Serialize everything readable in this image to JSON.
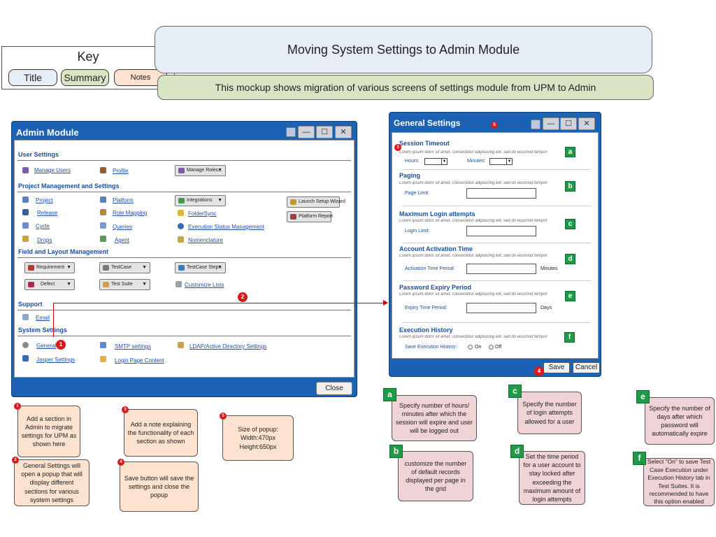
{
  "key": {
    "heading": "Key",
    "items": [
      {
        "label": "Title",
        "color": "#e7edf6"
      },
      {
        "label": "Summary",
        "color": "#d9e4c5"
      },
      {
        "label": "Notes",
        "color": "#fce2cf"
      }
    ]
  },
  "title": "Moving System Settings to Admin Module",
  "summary": "This mockup shows migration of various screens of settings module from UPM to Admin",
  "admin": {
    "title": "Admin Module",
    "sections": {
      "user": "User Settings",
      "project": "Project Management and Settings",
      "field": "Field and Layout Management",
      "support": "Support",
      "system": "System Settings"
    },
    "links": {
      "manage_users": "Manage Users",
      "profile": "Profile",
      "project": "Project",
      "platform": "Platform",
      "release": "Release",
      "role_mapping": "Role Mapping",
      "folder_sync": "FolderSync",
      "cycle": "Cycle",
      "queries": "Queries",
      "execution_status": "Execution Status Management",
      "drops": "Drops",
      "agent": "Agent",
      "nomenclature": "Nomenclature",
      "customize_lists": "Customize Lists",
      "email": "Email",
      "general": "General",
      "smtp": "SMTP settings",
      "ldap": "LDAP/Active Directory Settings",
      "jasper": "Jasper Settings",
      "login_page": "Login Page Content"
    },
    "buttons": {
      "manage_roles": "Manage Roles...",
      "integrations": "Integrations",
      "launch_wizard": "Launch Setup Wizard",
      "platform_report": "Platform Report",
      "requirement": "Requirement",
      "testcase": "TestCase",
      "testcase_step": "TestCase Step...",
      "defect": "Defect",
      "test_suite": "Test Suite",
      "close": "Close"
    }
  },
  "general_settings": {
    "title": "General Settings",
    "lorem": "Lorem ipsum dolor sit amet, consectetur adipisicing elit, sed do eiusmod tempor",
    "session": {
      "heading": "Session Timeout",
      "hours": "Hours:",
      "minutes": "Minutes:"
    },
    "paging": {
      "heading": "Paging",
      "label": "Page Limit:"
    },
    "login": {
      "heading": "Maximum Login attempts",
      "label": "Login Limit:"
    },
    "activation": {
      "heading": "Account Activation Time",
      "label": "Activation Time Period:",
      "unit": "Minutes"
    },
    "expiry": {
      "heading": "Password Expiry Period",
      "label": "Expiry Time Period:",
      "unit": "Days"
    },
    "history": {
      "heading": "Execution History",
      "label": "Save Execution History:",
      "on": "On",
      "off": "Off"
    },
    "save": "Save",
    "cancel": "Cancel"
  },
  "markers": {
    "m1": "1",
    "m2": "2",
    "m3": "3",
    "m4": "4",
    "m5": "5",
    "a": "a",
    "b": "b",
    "c": "c",
    "d": "d",
    "e": "e",
    "f": "f"
  },
  "notes": {
    "n1": "Add a section in Admin to migrate settings for UPM as shown here",
    "n2": "General Settings will open a popup that will display different sections for various system settings",
    "n3": "Add a note explaining the functionality of each section as shown",
    "n4": "Save button will save the settings and close the popup",
    "n5": "Size of popup: Width:470px Height:650px",
    "na": "Specify number of hours/ minutes after which the session will expire and user will be logged out",
    "nb": "customize the number of default records displayed per page in the grid",
    "nc": "Specify the number of login attempts allowed for a user",
    "nd": "Set the time period for a user account to stay locked after exceeding the maximum amount of login attempts",
    "ne": "Specify the number of days after which password will automatically expire",
    "nf": "Select “On” to save Test Case Execution under Execution History tab in Test Suites. It is recommended to have this option enabled"
  }
}
